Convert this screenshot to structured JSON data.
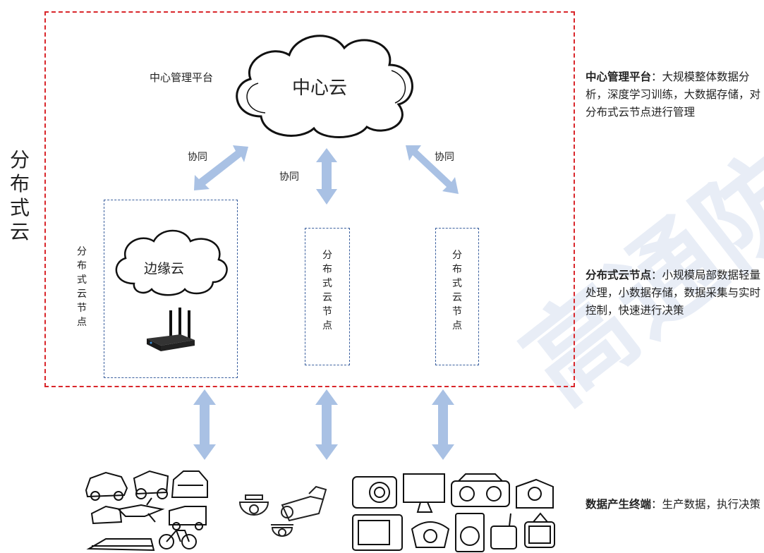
{
  "side_label": "分布式云",
  "central": {
    "platform_label": "中心管理平台",
    "cloud_label": "中心云"
  },
  "collaboration_label": "协同",
  "edge": {
    "node_label": "分布式云节点",
    "cloud_label": "边缘云"
  },
  "nodes": [
    {
      "label": "分布式云节点"
    },
    {
      "label": "分布式云节点"
    }
  ],
  "descriptions": [
    {
      "title": "中心管理平台",
      "text": "：大规模整体数据分析，深度学习训练，大数据存储，对分布式云节点进行管理"
    },
    {
      "title": "分布式云节点",
      "text": "：小规模局部数据轻量处理，小数据存储，数据采集与实时控制，快速进行决策"
    },
    {
      "title": "数据产生终端",
      "text": "：生产数据，执行决策"
    }
  ],
  "watermark": "高通防",
  "colors": {
    "border": "#d9262b",
    "node_border": "#3a5f9e",
    "arrow": "#a9c1e4"
  },
  "icons": [
    "router-icon",
    "vehicles-icon",
    "cameras-icon",
    "appliances-icon"
  ]
}
